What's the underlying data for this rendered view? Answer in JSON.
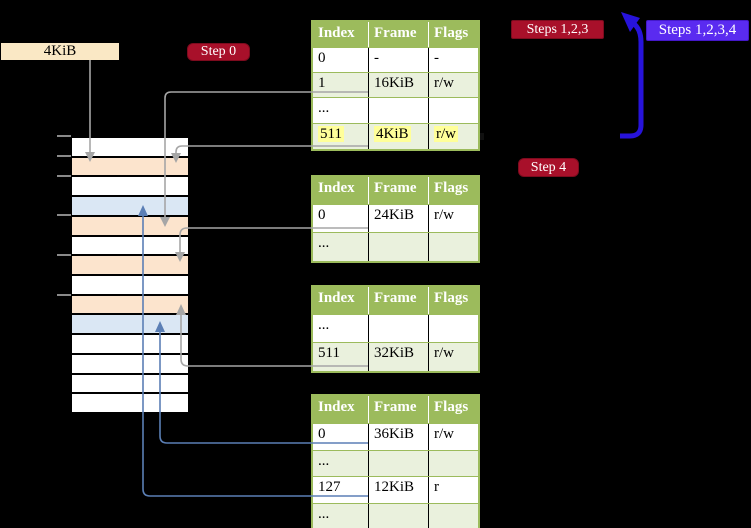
{
  "frame_label": {
    "text": "4KiB"
  },
  "step_labels": {
    "step0": "Step 0",
    "steps123": "Steps 1,2,3",
    "steps1234": "Steps 1,2,3,4",
    "step4": "Step 4"
  },
  "colors": {
    "step_red": "#A8102A",
    "steps_blueviolet": "#5A2BF0",
    "big_arrow_blue": "#2713DB",
    "table_header_green": "#9CBB5C",
    "table_shade_green": "#EAF1DD",
    "stack_orange": "#FCE4CD",
    "stack_blue": "#DAE7F4",
    "highlight_yellow": "#FFFF99",
    "connector_gray": "#A6A6A6",
    "connector_blue": "#5B7FB5",
    "frame_label_bg": "#FAE8C5"
  },
  "memory_stack": {
    "row_colors": [
      "white",
      "orange",
      "white",
      "blue",
      "orange",
      "white",
      "orange",
      "white",
      "orange",
      "blue",
      "white",
      "white",
      "white",
      "white"
    ]
  },
  "page_tables": [
    {
      "id": "table-1",
      "columns": [
        "Index",
        "Frame",
        "Flags"
      ],
      "rows": [
        {
          "cells": [
            "0",
            "-",
            "-"
          ],
          "highlight": false
        },
        {
          "cells": [
            "1",
            "16KiB",
            "r/w"
          ],
          "highlight": false
        },
        {
          "cells": [
            "...",
            "",
            ""
          ],
          "highlight": false
        },
        {
          "cells": [
            "511",
            "4KiB",
            "r/w"
          ],
          "highlight": true
        }
      ]
    },
    {
      "id": "table-2",
      "columns": [
        "Index",
        "Frame",
        "Flags"
      ],
      "rows": [
        {
          "cells": [
            "0",
            "24KiB",
            "r/w"
          ],
          "highlight": false
        },
        {
          "cells": [
            "...",
            "",
            ""
          ],
          "highlight": false
        }
      ]
    },
    {
      "id": "table-3",
      "columns": [
        "Index",
        "Frame",
        "Flags"
      ],
      "rows": [
        {
          "cells": [
            "...",
            "",
            ""
          ],
          "highlight": false
        },
        {
          "cells": [
            "511",
            "32KiB",
            "r/w"
          ],
          "highlight": false
        }
      ]
    },
    {
      "id": "table-4",
      "columns": [
        "Index",
        "Frame",
        "Flags"
      ],
      "rows": [
        {
          "cells": [
            "0",
            "36KiB",
            "r/w"
          ],
          "highlight": false
        },
        {
          "cells": [
            "...",
            "",
            ""
          ],
          "highlight": false
        },
        {
          "cells": [
            "127",
            "12KiB",
            "r"
          ],
          "highlight": false
        },
        {
          "cells": [
            "...",
            "",
            ""
          ],
          "highlight": false
        }
      ]
    }
  ]
}
